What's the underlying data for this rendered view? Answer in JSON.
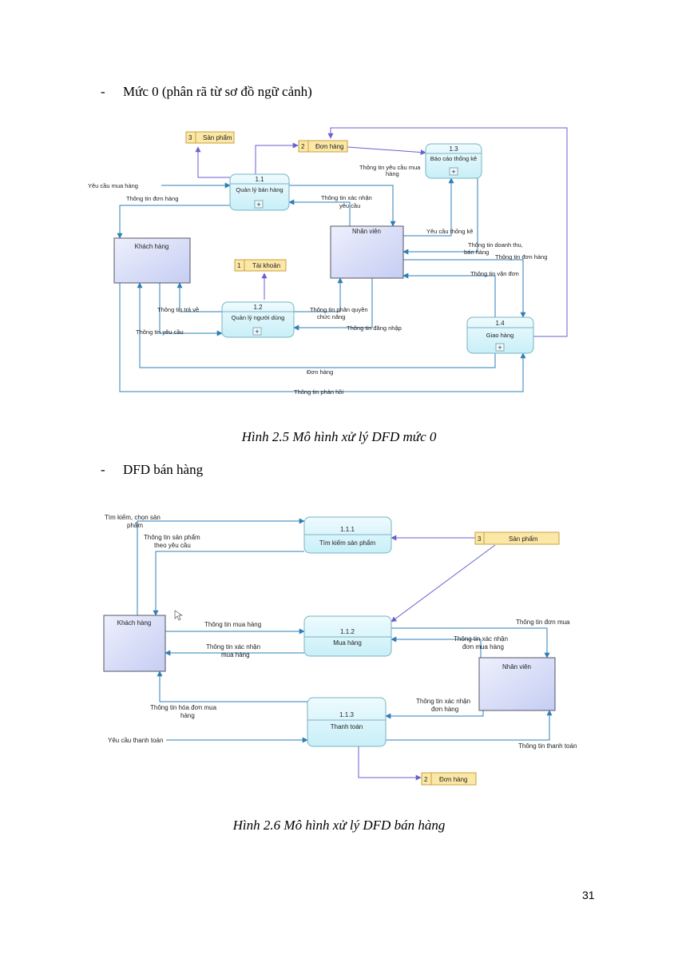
{
  "section1": {
    "bullet": "-",
    "heading": "Mức 0 (phân rã từ sơ đồ ngữ cảnh)"
  },
  "section2": {
    "bullet": "-",
    "heading": "DFD bán hàng"
  },
  "colors": {
    "process_fill": "#d9f4fa",
    "process_border": "#77b3c2",
    "entity_fill": "#d7dcf6",
    "store_fill": "#fbe7a6",
    "store_border": "#c9a23c",
    "flow_blue": "#2c7fb8",
    "flow_purple": "#6a5fd0"
  },
  "d1": {
    "caption": "Hình 2.5 Mô hình xử lý DFD mức 0",
    "stores": {
      "san_pham": {
        "num": "3",
        "label": "Sản phẩm"
      },
      "don_hang": {
        "num": "2",
        "label": "Đơn hàng"
      },
      "tai_khoan": {
        "num": "1",
        "label": "Tài khoản"
      }
    },
    "processes": {
      "p11": {
        "num": "1.1",
        "label": "Quản lý bán hàng"
      },
      "p12": {
        "num": "1.2",
        "label": "Quản lý người dùng"
      },
      "p13": {
        "num": "1.3",
        "label": "Báo cáo thống kê"
      },
      "p14": {
        "num": "1.4",
        "label": "Giao hàng"
      }
    },
    "entities": {
      "khach_hang": "Khách hàng",
      "nhan_vien": "Nhân viên"
    },
    "flows": {
      "yeu_cau_mua_hang": "Yêu cầu mua hàng",
      "thong_tin_don_hang": "Thông tin đơn hàng",
      "ttyc_mua_hang_1": "Thông tin yêu cầu mua",
      "ttyc_mua_hang_2": "hàng",
      "tt_xac_nhan_1": "Thông tin xác nhận",
      "tt_xac_nhan_2": "yêu cầu",
      "yeu_cau_thong_ke": "Yêu cầu thống kê",
      "tt_doanh_thu_1": "Thông tin doanh thu,",
      "tt_doanh_thu_2": "bán hàng",
      "tt_don_hang_2": "Thông tin đơn hàng",
      "tt_van_don": "Thông tin vận đơn",
      "tt_tra_ve": "Thông tin trả về",
      "tt_yeu_cau": "Thông tin yêu cầu",
      "tt_phan_quyen_1": "Thông tin phân quyền",
      "tt_phan_quyen_2": "chức năng",
      "tt_dang_nhap": "Thông tin đăng nhập",
      "don_hang": "Đơn hàng",
      "tt_phan_hoi": "Thông tin phản hồi"
    }
  },
  "d2": {
    "caption": "Hình 2.6 Mô hình xử lý DFD bán hàng",
    "processes": {
      "p111": {
        "num": "1.1.1",
        "label": "Tìm kiếm sản phẩm"
      },
      "p112": {
        "num": "1.1.2",
        "label": "Mua hàng"
      },
      "p113": {
        "num": "1.1.3",
        "label": "Thanh toán"
      }
    },
    "stores": {
      "san_pham": {
        "num": "3",
        "label": "Sản phẩm"
      },
      "don_hang": {
        "num": "2",
        "label": "Đơn hàng"
      }
    },
    "entities": {
      "khach_hang": "Khách hàng",
      "nhan_vien": "Nhân viên"
    },
    "flows": {
      "tim_kiem_1": "Tìm kiếm, chọn sản",
      "tim_kiem_2": "phẩm",
      "tt_san_pham_1": "Thông tin sản phẩm",
      "tt_san_pham_2": "theo yêu cầu",
      "tt_mua_hang": "Thông tin mua hàng",
      "tt_xn_mua_hang_1": "Thông tin xác nhận",
      "tt_xn_mua_hang_2": "mua hàng",
      "tt_don_mua": "Thông tin đơn mua",
      "tt_xn_don_hang_1": "Thông tin xác nhận",
      "tt_xn_don_hang_2": "đơn mua hàng",
      "tt_xn_don_hang2_1": "Thông tin xác nhận",
      "tt_xn_don_hang2_2": "đơn hàng",
      "tt_hoa_don_1": "Thông tin hóa đơn mua",
      "tt_hoa_don_2": "hàng",
      "yc_thanh_toan": "Yêu cầu thanh toán",
      "tt_thanh_toan": "Thông tin thanh toán"
    }
  },
  "page_number": "31"
}
